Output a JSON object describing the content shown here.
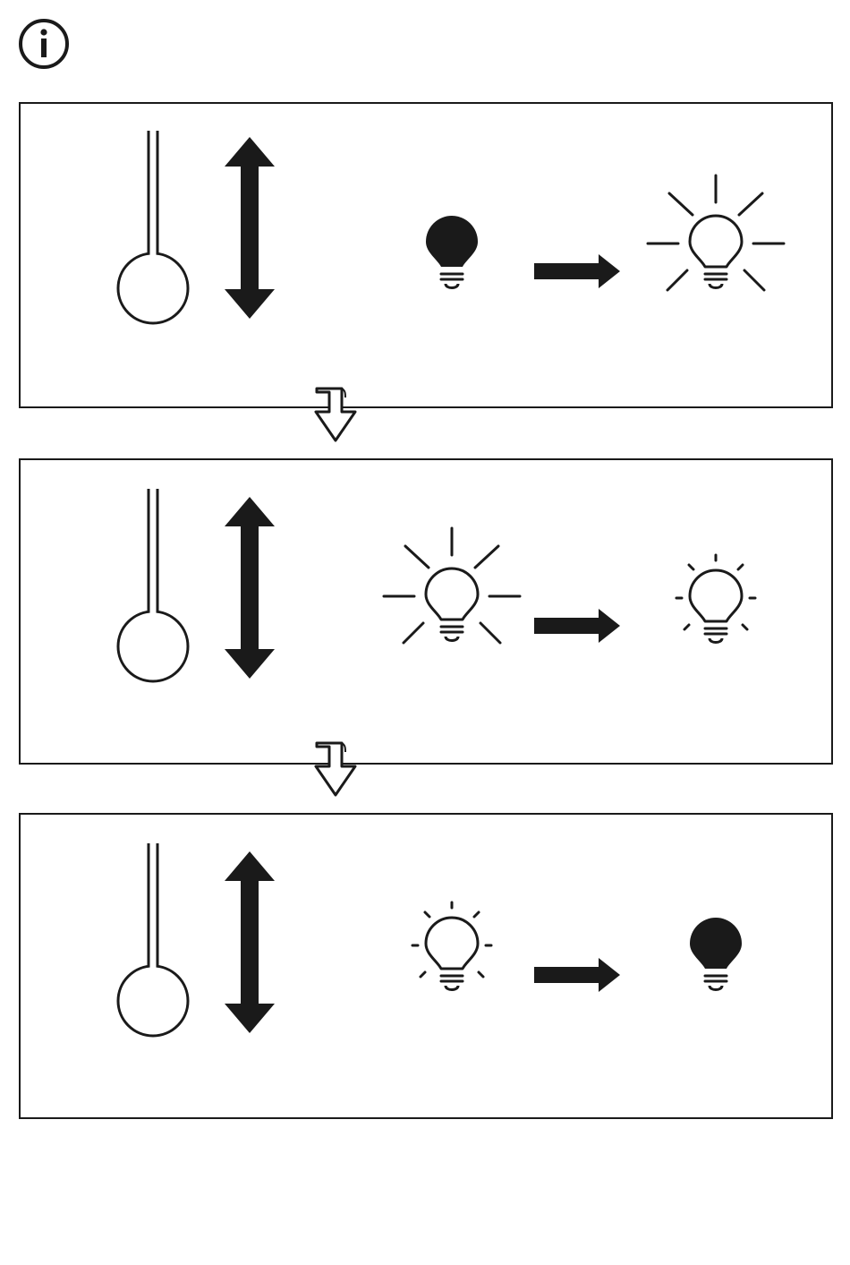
{
  "colors": {
    "ink": "#1a1a1a",
    "background": "#ffffff"
  },
  "icons": {
    "info": "info-icon",
    "pull_cord": "pull-cord-icon",
    "pull_direction": "double-arrow-icon",
    "transition": "right-arrow-icon",
    "next_step": "hollow-down-arrow-icon"
  },
  "steps": [
    {
      "action": "pull-cord",
      "from_state": "off",
      "to_state": "on-bright"
    },
    {
      "action": "pull-cord",
      "from_state": "on-bright",
      "to_state": "on-dim"
    },
    {
      "action": "pull-cord",
      "from_state": "on-dim",
      "to_state": "off"
    }
  ]
}
